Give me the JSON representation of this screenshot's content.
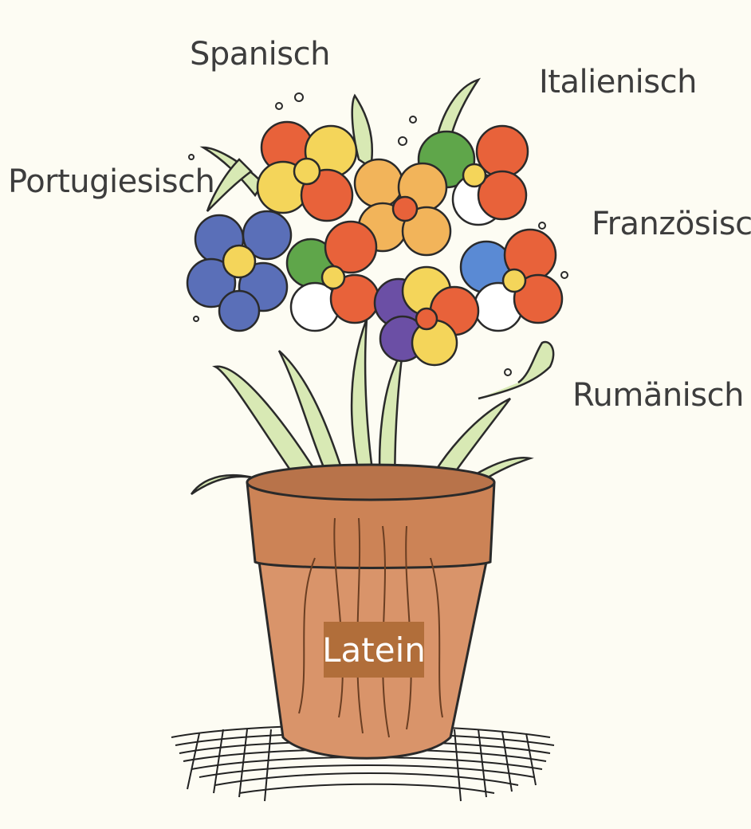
{
  "labels": {
    "spanish": "Spanisch",
    "italian": "Italienisch",
    "portuguese": "Portugiesisch",
    "french": "Französisch",
    "romanian": "Rumänisch",
    "root": "Latein"
  },
  "colors": {
    "background": "#fdfcf3",
    "pot": "#d9946a",
    "pot_label_bg": "#b16e3a",
    "leaf": "#d8e9b4",
    "flower_red": "#e8623a",
    "flower_yellow": "#f4d55a",
    "flower_blue": "#5a6fb8",
    "flower_green": "#5fa64a",
    "flower_purple": "#6b4fa5",
    "flower_orange": "#f2b45a"
  }
}
